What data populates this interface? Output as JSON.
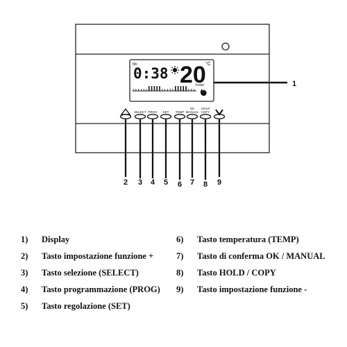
{
  "device": {
    "display": {
      "day_indicator": "Mo",
      "time": "0:38",
      "temperature": "20",
      "temperature_unit": "°C",
      "mode_text": "Inster",
      "sun_icon": "sun-icon",
      "flame_icon": "flame-icon"
    },
    "buttons": [
      {
        "num": "2",
        "symbol": "up-triangle-icon",
        "text": ""
      },
      {
        "num": "3",
        "symbol": "",
        "text": "SELECT"
      },
      {
        "num": "4",
        "symbol": "",
        "text": "PROG"
      },
      {
        "num": "5",
        "symbol": "",
        "text": "SET"
      },
      {
        "num": "6",
        "symbol": "",
        "text": "TEMP"
      },
      {
        "num": "7",
        "symbol": "",
        "text": "OK MANUAL"
      },
      {
        "num": "8",
        "symbol": "",
        "text": "HOLD COPY"
      },
      {
        "num": "9",
        "symbol": "down-chevron-icon",
        "text": ""
      }
    ],
    "display_callout": "1"
  },
  "legend": [
    {
      "num": "1)",
      "text": "Display"
    },
    {
      "num": "2)",
      "text": "Tasto impostazione funzione +"
    },
    {
      "num": "3)",
      "text": "Tasto selezione (SELECT)"
    },
    {
      "num": "4)",
      "text": "Tasto programmazione (PROG)"
    },
    {
      "num": "5)",
      "text": "Tasto regolazione (SET)"
    },
    {
      "num": "6)",
      "text": "Tasto temperatura (TEMP)"
    },
    {
      "num": "7)",
      "text": "Tasto di conferma OK / MANUAL"
    },
    {
      "num": "8)",
      "text": "Tasto HOLD / COPY"
    },
    {
      "num": "9)",
      "text": "Tasto impostazione funzione -"
    }
  ]
}
